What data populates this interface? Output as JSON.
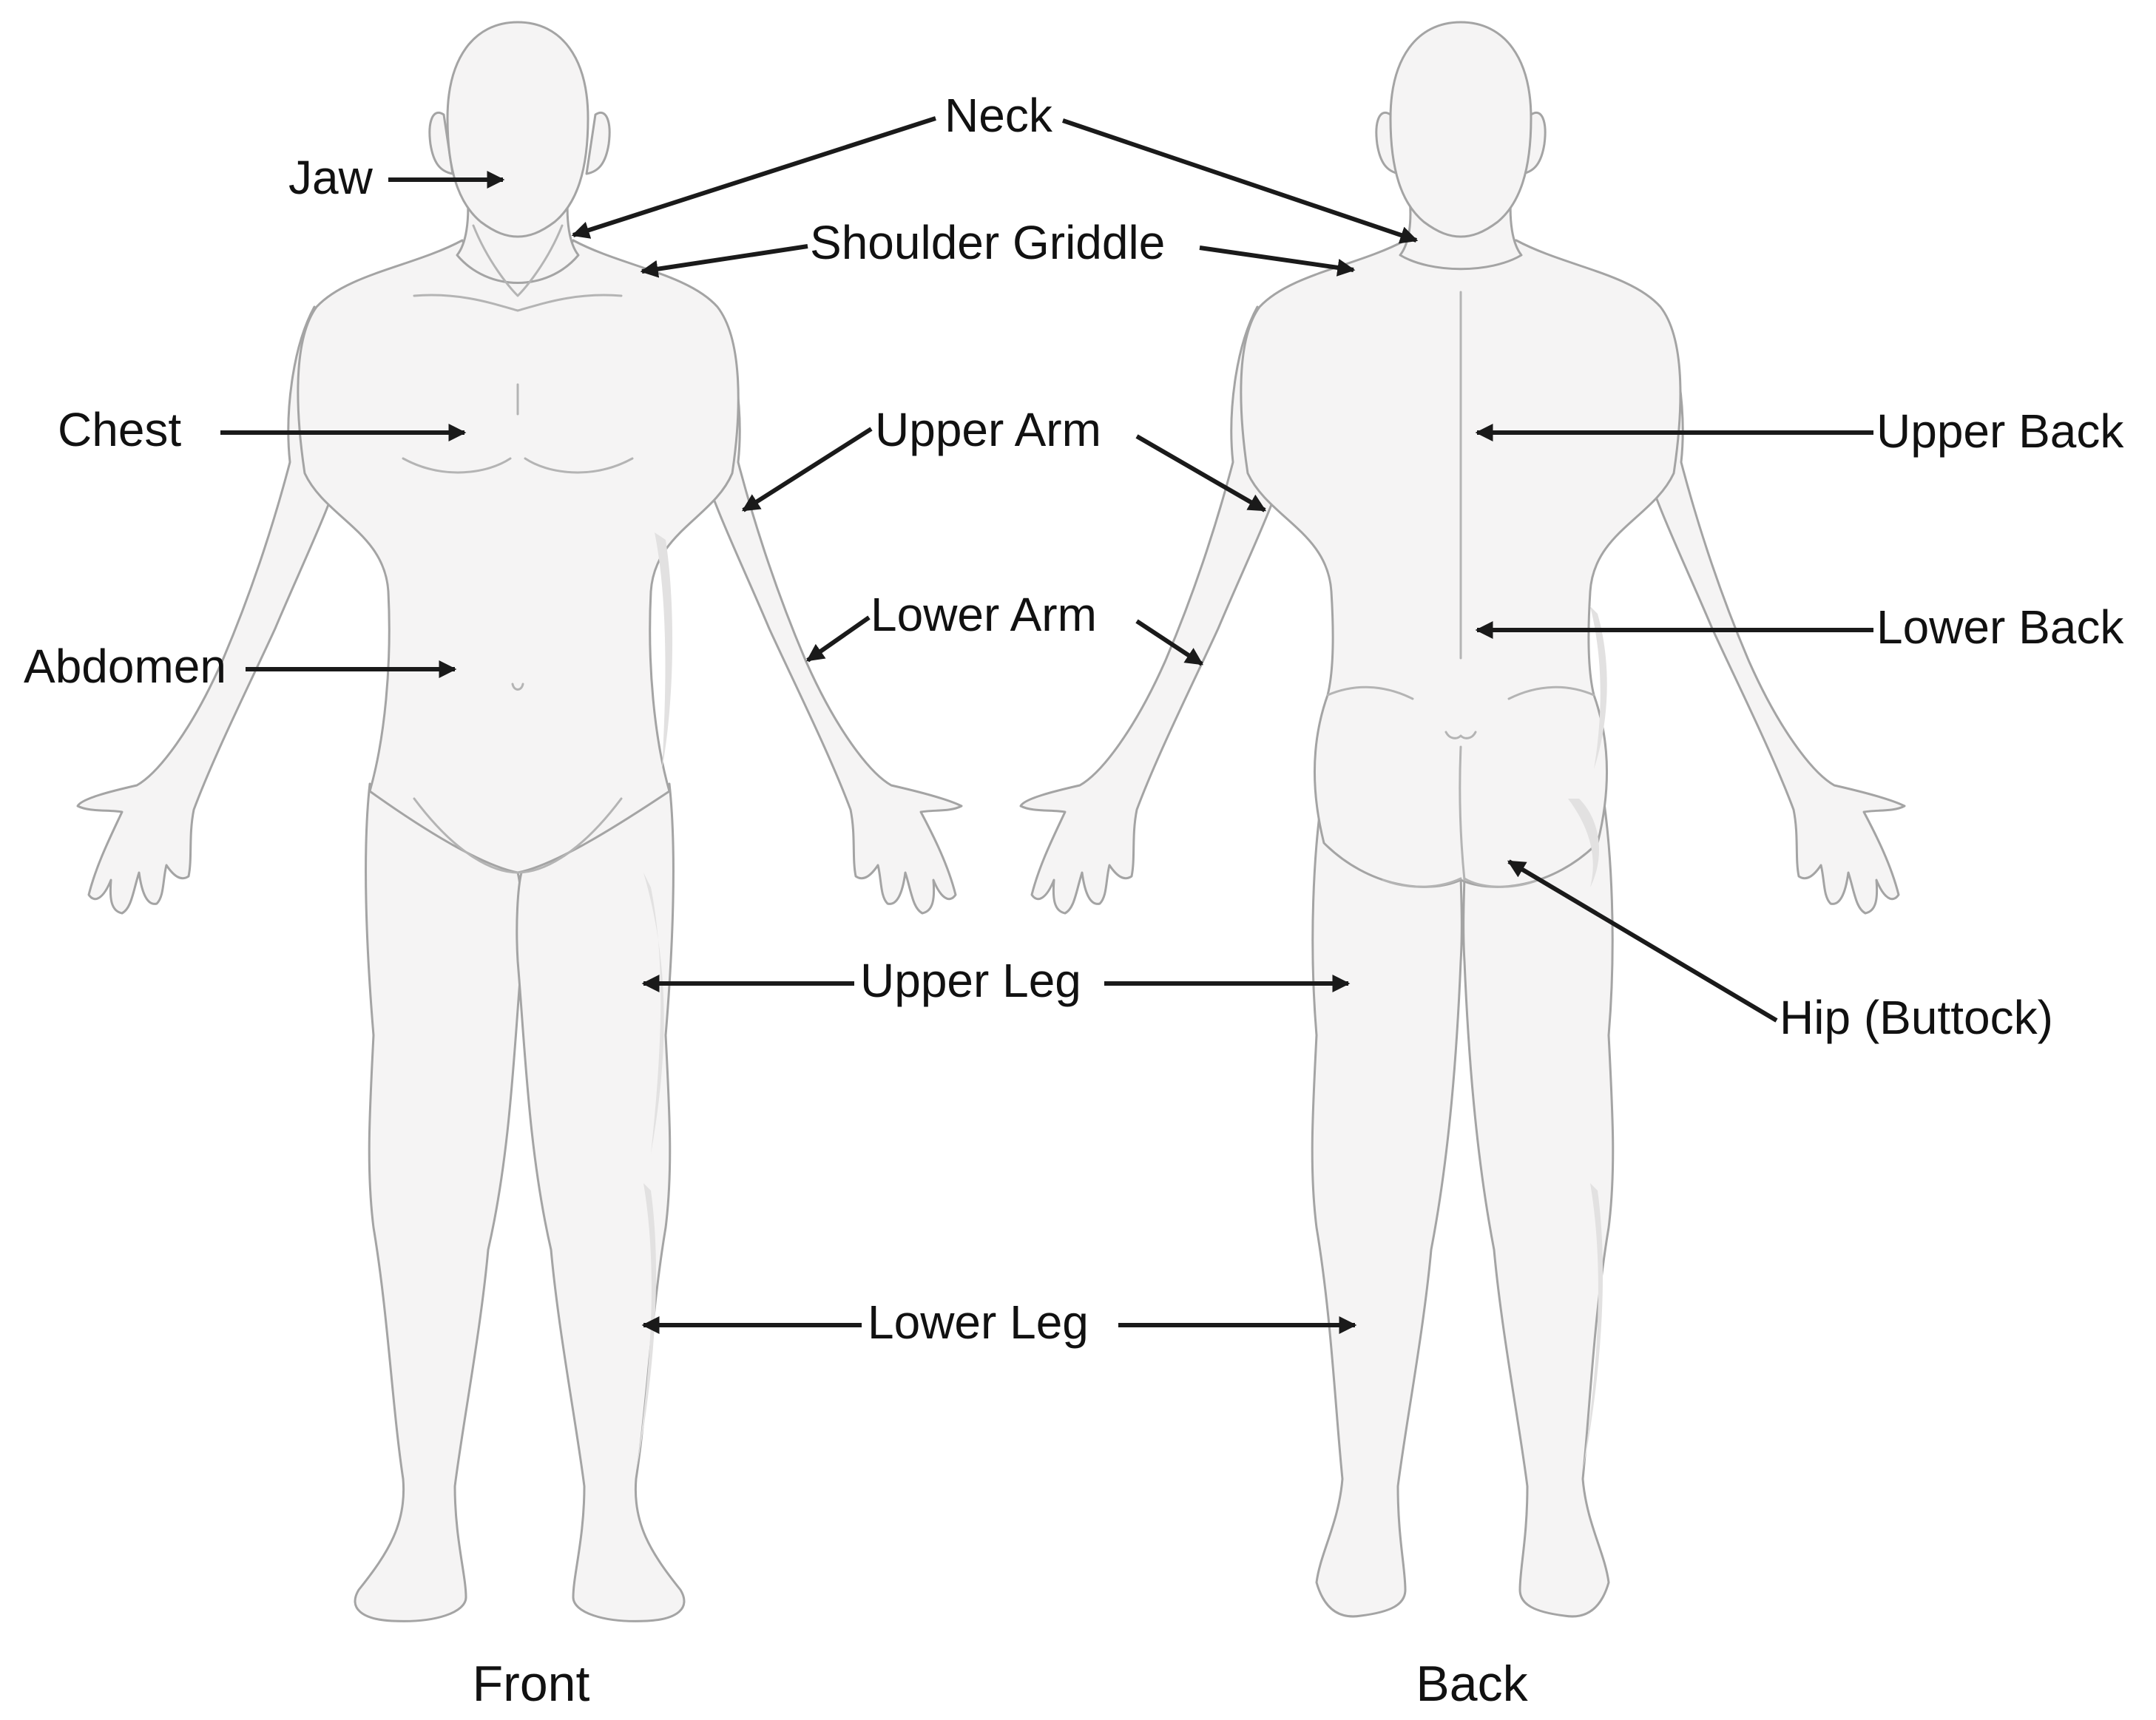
{
  "figure": {
    "views": {
      "front": "Front",
      "back": "Back"
    },
    "labels": {
      "jaw": "Jaw",
      "neck": "Neck",
      "shoulder_girdle": "Shoulder Griddle",
      "chest": "Chest",
      "upper_arm": "Upper Arm",
      "lower_arm": "Lower Arm",
      "abdomen": "Abdomen",
      "upper_back": "Upper Back",
      "lower_back": "Lower Back",
      "upper_leg": "Upper Leg",
      "hip": "Hip (Buttock)",
      "lower_leg": "Lower Leg"
    }
  },
  "colors": {
    "body_fill": "#f5f4f4",
    "body_outline": "#a4a4a4",
    "shading": "#e2e1e1",
    "label_text": "#111111",
    "leader_line": "#1a1a1a"
  }
}
